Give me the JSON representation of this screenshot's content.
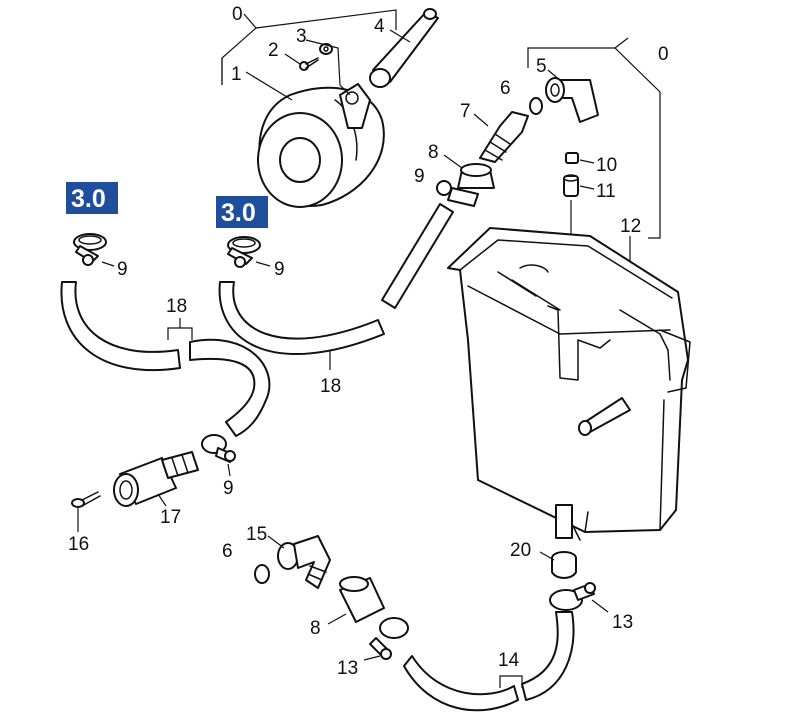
{
  "badges": {
    "left": "3.0",
    "right": "3.0"
  },
  "colors": {
    "badge": "#1f4f9c",
    "line": "#111111"
  },
  "labels": {
    "top_group": "0",
    "motor": "1",
    "screw_small": "2",
    "washer": "3",
    "lever": "4",
    "elbow_top": "5",
    "oring_top": "6",
    "nipple_top": "7",
    "nut_top": "8",
    "clamp_top": "9",
    "right_group": "0",
    "plug_10": "10",
    "plug_11": "11",
    "tank": "12",
    "clamp_left": "9",
    "clamp_mid": "9",
    "hose_left": "18",
    "hose_mid": "18",
    "clamp_lower": "9",
    "screw_lower": "16",
    "fitting": "17",
    "elbow_lower": "15",
    "oring_lower": "6",
    "nut_lower": "8",
    "clamp_bottom_left": "13",
    "hose_bottom": "14",
    "cap_20": "20",
    "clamp_bottom_right": "13"
  }
}
